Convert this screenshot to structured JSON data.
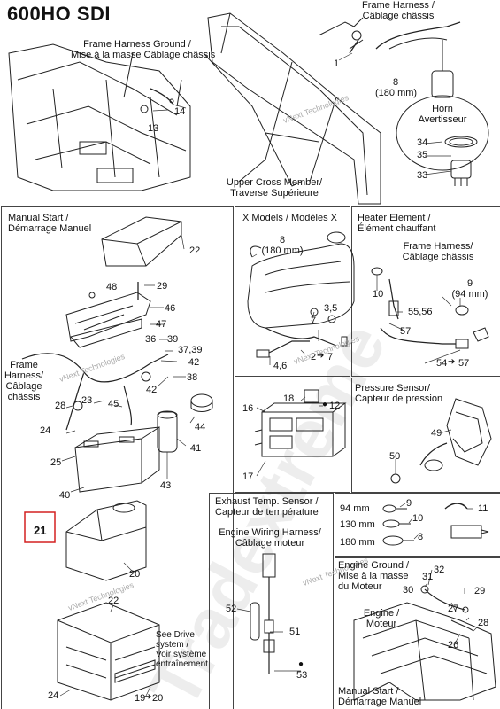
{
  "title": "600HO SDI",
  "watermark_small": "vNext Technologies",
  "watermark_large": "Tradextreme",
  "sections": {
    "frame_harness_ground": [
      "Frame Harness Ground /",
      "Mise à la masse Câblage châssis"
    ],
    "frame_harness_top": [
      "Frame Harness /",
      "Câblage châssis"
    ],
    "horn": [
      "Horn",
      "Avertisseur"
    ],
    "upper_cross_member": [
      "Upper Cross Member/",
      "Traverse Supérieure"
    ],
    "manual_start": [
      "Manual Start /",
      "Démarrage Manuel"
    ],
    "frame_harness_left": [
      "Frame",
      "Harness/",
      "Câblage",
      "châssis"
    ],
    "x_models": "X Models / Modèles X",
    "heater_element": [
      "Heater Element /",
      "Élément chauffant"
    ],
    "frame_harness_heater": [
      "Frame Harness/",
      "Câblage châssis"
    ],
    "pressure_sensor": [
      "Pressure Sensor/",
      "Capteur de pression"
    ],
    "exhaust_temp": [
      "Exhaust Temp. Sensor /",
      "Capteur de température"
    ],
    "engine_wiring": [
      "Engine Wiring Harness/",
      "Câblage moteur"
    ],
    "see_drive": [
      "See Drive",
      "system /",
      "Voir système",
      "entraînement"
    ],
    "engine_ground": [
      "Engine Ground /",
      "Mise à la masse",
      "du Moteur"
    ],
    "engine": [
      "Engine /",
      "Moteur"
    ],
    "manual_start_bottom": [
      "Manual Start /",
      "Démarrage Manuel"
    ]
  },
  "sizes": {
    "a": "8",
    "a_mm": "(180 mm)",
    "b": "8",
    "b_mm": "(180 mm)",
    "c": "9",
    "c_mm": "(94 mm)"
  },
  "ties": [
    {
      "mm": "94 mm",
      "n1": "9",
      "n2": "11"
    },
    {
      "mm": "130 mm",
      "n1": "10",
      "n2": ""
    },
    {
      "mm": "180 mm",
      "n1": "8",
      "n2": ""
    }
  ],
  "parts": {
    "p1": "1",
    "p14": "14",
    "p13": "13",
    "p34": "34",
    "p35": "35",
    "p33": "33",
    "p22": "22",
    "p48": "48",
    "p29a": "29",
    "p46": "46",
    "p47": "47",
    "p36": "36",
    "p39": "39",
    "p3739": "37,39",
    "p42a": "42",
    "p42b": "42",
    "p38": "38",
    "p28a": "28",
    "p23": "23",
    "p45": "45",
    "p24a": "24",
    "p44": "44",
    "p41": "41",
    "p43": "43",
    "p25": "25",
    "p40": "40",
    "p21": "21",
    "p20": "20",
    "p22b": "22",
    "p24b": "24",
    "p19": "19",
    "p20b": "20",
    "p7": "7",
    "p35b": "3,5",
    "p46b": "4,6",
    "p27": "2",
    "p7b": "7",
    "p10": "10",
    "p5556": "55,56",
    "p57": "57",
    "p54": "54",
    "p57b": "57",
    "p18": "18",
    "p12": "12",
    "p16": "16",
    "p17": "17",
    "p49": "49",
    "p50": "50",
    "p52": "52",
    "p51": "51",
    "p53": "53",
    "p31": "31",
    "p32": "32",
    "p30": "30",
    "p29b": "29",
    "p27b": "27",
    "p28b": "28",
    "p26": "26"
  }
}
